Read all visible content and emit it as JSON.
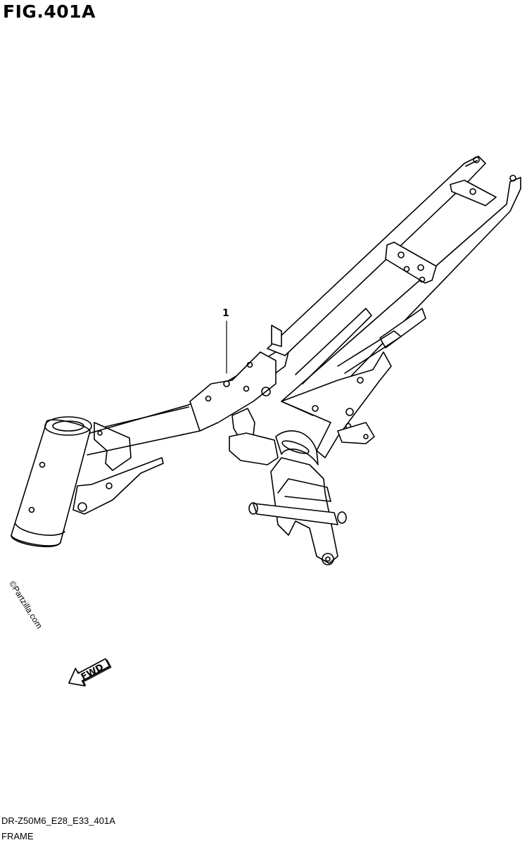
{
  "figure": {
    "title": "FIG.401A",
    "callout_label": "1",
    "watermark": "©Partzilla.com",
    "fwd_label": "FWD",
    "code": "DR-Z50M6_E28_E33_401A",
    "name": "FRAME"
  }
}
